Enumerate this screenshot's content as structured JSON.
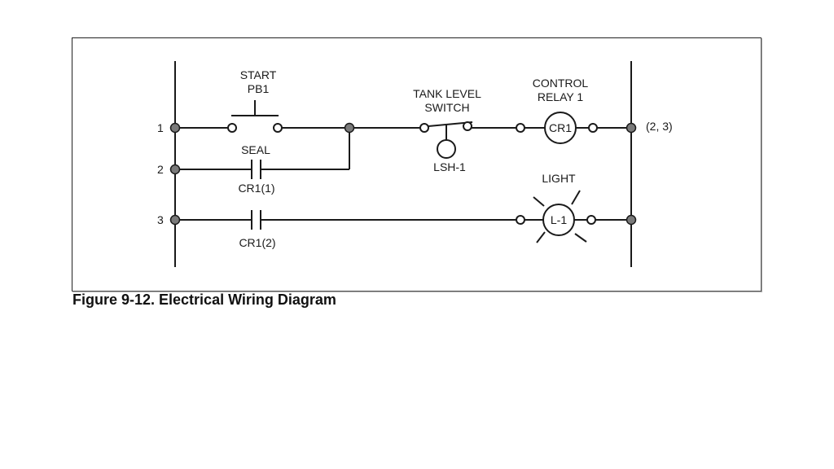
{
  "figure": {
    "caption": "Figure 9-12. Electrical Wiring Diagram"
  },
  "rungs": [
    {
      "number": "1",
      "reference": "(2, 3)"
    },
    {
      "number": "2"
    },
    {
      "number": "3"
    }
  ],
  "components": {
    "start_pb": {
      "line1": "START",
      "line2": "PB1"
    },
    "seal": {
      "label": "SEAL",
      "contact_label": "CR1(1)"
    },
    "cr1_2": {
      "contact_label": "CR1(2)"
    },
    "tank_switch": {
      "line1": "TANK LEVEL",
      "line2": "SWITCH",
      "tag": "LSH-1"
    },
    "control_relay": {
      "line1": "CONTROL",
      "line2": "RELAY 1",
      "coil_tag": "CR1"
    },
    "light": {
      "label": "LIGHT",
      "tag": "L-1"
    }
  },
  "colors": {
    "wire": "#1a1a1a",
    "node_fill": "#7a7a7a",
    "terminal_fill": "#ffffff"
  }
}
